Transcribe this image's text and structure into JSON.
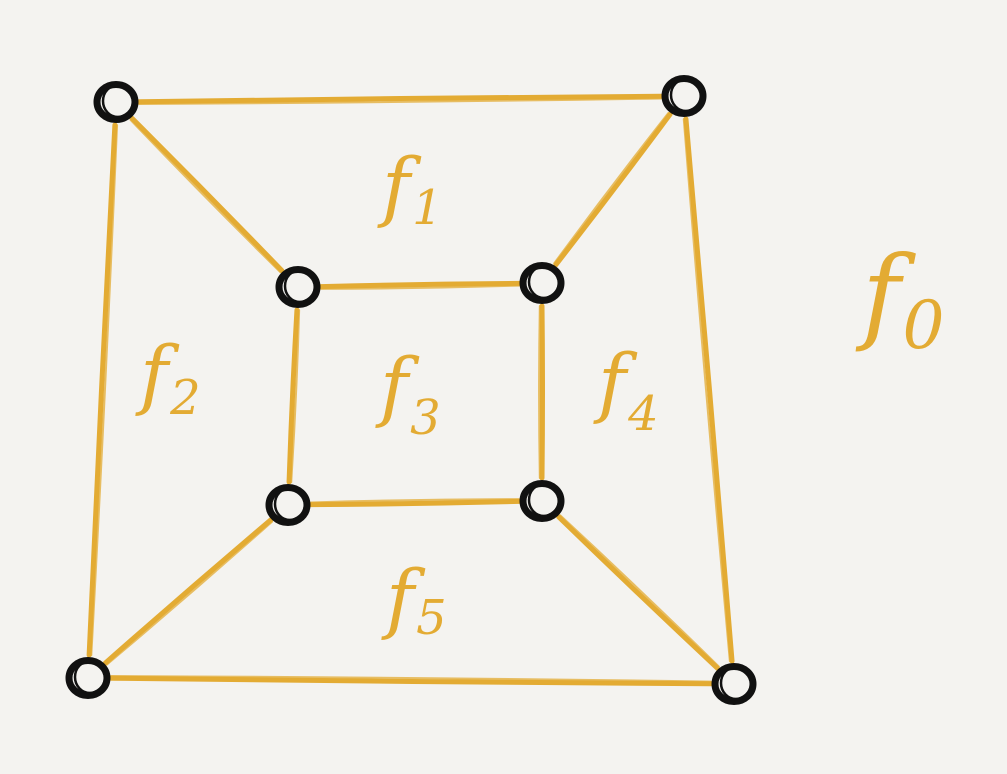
{
  "colors": {
    "background": "#f4f3f0",
    "edge": "#e3ab33",
    "vertex": "#111111",
    "label": "#e3ab33"
  },
  "faces": [
    {
      "id": "f0",
      "letter": "f",
      "index": "0"
    },
    {
      "id": "f1",
      "letter": "f",
      "index": "1"
    },
    {
      "id": "f2",
      "letter": "f",
      "index": "2"
    },
    {
      "id": "f3",
      "letter": "f",
      "index": "3"
    },
    {
      "id": "f4",
      "letter": "f",
      "index": "4"
    },
    {
      "id": "f5",
      "letter": "f",
      "index": "5"
    }
  ],
  "vertices": [
    {
      "id": "outer-top-left"
    },
    {
      "id": "outer-top-right"
    },
    {
      "id": "outer-bottom-left"
    },
    {
      "id": "outer-bottom-right"
    },
    {
      "id": "inner-top-left"
    },
    {
      "id": "inner-top-right"
    },
    {
      "id": "inner-bottom-left"
    },
    {
      "id": "inner-bottom-right"
    }
  ],
  "edges": [
    {
      "from": "outer-top-left",
      "to": "outer-top-right"
    },
    {
      "from": "outer-top-right",
      "to": "outer-bottom-right"
    },
    {
      "from": "outer-bottom-right",
      "to": "outer-bottom-left"
    },
    {
      "from": "outer-bottom-left",
      "to": "outer-top-left"
    },
    {
      "from": "inner-top-left",
      "to": "inner-top-right"
    },
    {
      "from": "inner-top-right",
      "to": "inner-bottom-right"
    },
    {
      "from": "inner-bottom-right",
      "to": "inner-bottom-left"
    },
    {
      "from": "inner-bottom-left",
      "to": "inner-top-left"
    },
    {
      "from": "outer-top-left",
      "to": "inner-top-left"
    },
    {
      "from": "outer-top-right",
      "to": "inner-top-right"
    },
    {
      "from": "outer-bottom-left",
      "to": "inner-bottom-left"
    },
    {
      "from": "outer-bottom-right",
      "to": "inner-bottom-right"
    }
  ]
}
